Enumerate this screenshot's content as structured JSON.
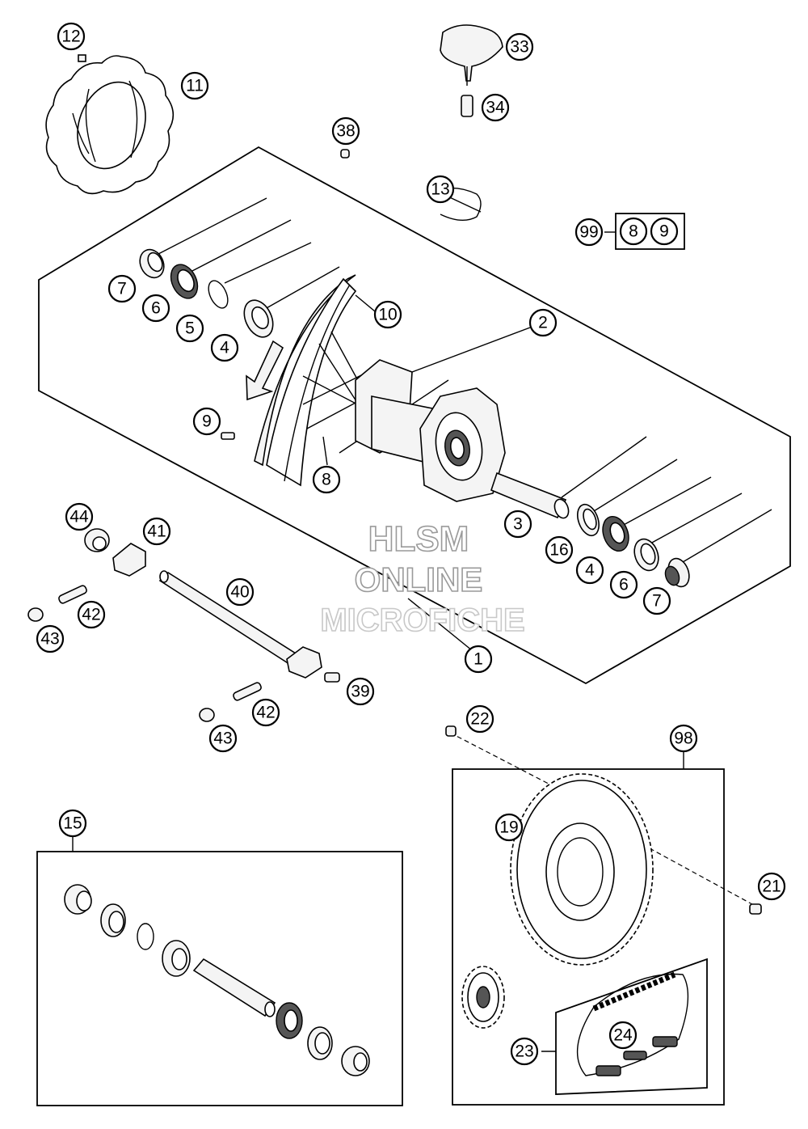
{
  "watermark": {
    "line1": "HLSM",
    "line2": "ONLINE",
    "line3": "MICROFICHE"
  },
  "callouts": {
    "c1": "1",
    "c2": "2",
    "c3": "3",
    "c4a": "4",
    "c4b": "4",
    "c5": "5",
    "c6a": "6",
    "c6b": "6",
    "c7a": "7",
    "c7b": "7",
    "c8a": "8",
    "c8b": "8",
    "c9a": "9",
    "c9b": "9",
    "c10": "10",
    "c11": "11",
    "c12": "12",
    "c13": "13",
    "c15": "15",
    "c16": "16",
    "c19": "19",
    "c21": "21",
    "c22": "22",
    "c23": "23",
    "c24": "24",
    "c33": "33",
    "c34": "34",
    "c38": "38",
    "c39": "39",
    "c40": "40",
    "c41": "41",
    "c42a": "42",
    "c42b": "42",
    "c43a": "43",
    "c43b": "43",
    "c44": "44",
    "c98": "98",
    "c99": "99"
  }
}
